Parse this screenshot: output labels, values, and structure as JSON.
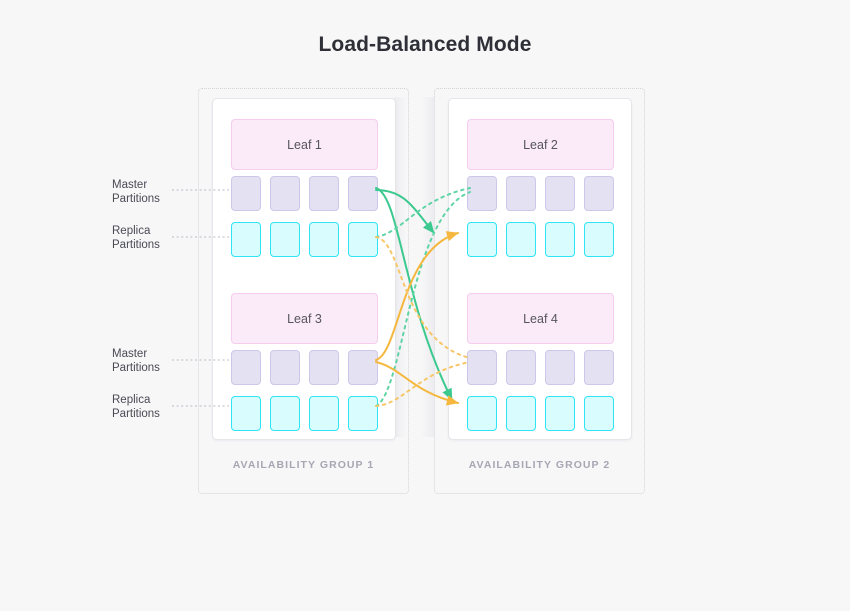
{
  "page": {
    "title": "Load-Balanced Mode"
  },
  "labels": {
    "master": "Master\nPartitions",
    "replica": "Replica\nPartitions"
  },
  "groups": [
    {
      "id": "availability-group-1",
      "label": "AVAILABILITY GROUP 1",
      "leaves": [
        {
          "name": "Leaf 1",
          "master_count": 4,
          "replica_count": 4
        },
        {
          "name": "Leaf 3",
          "master_count": 4,
          "replica_count": 4
        }
      ]
    },
    {
      "id": "availability-group-2",
      "label": "AVAILABILITY GROUP 2",
      "leaves": [
        {
          "name": "Leaf 2",
          "master_count": 4,
          "replica_count": 4
        },
        {
          "name": "Leaf 4",
          "master_count": 4,
          "replica_count": 4
        }
      ]
    }
  ],
  "colors": {
    "background": "#f7f7f8",
    "title": "#2f3037",
    "leaf_fill": "#fbeaf8",
    "leaf_border": "#f6cdee",
    "master_fill": "#e4e1f2",
    "master_border": "#cfc7ea",
    "replica_fill": "#d9fcff",
    "replica_border": "#2ee4f5",
    "link_green": "#3cc98f",
    "link_orange": "#f5b73d",
    "group_border": "#d2d2d8",
    "group_label": "#a7a7b4"
  },
  "links": [
    {
      "from": "leaf1-master",
      "to": "leaf4-replica",
      "color": "#3cc98f",
      "style": "solid"
    },
    {
      "from": "leaf1-master",
      "to": "leaf2-replica",
      "color": "#3cc98f",
      "style": "solid"
    },
    {
      "from": "leaf1-replica",
      "to": "leaf2-master",
      "color": "#3cc98f",
      "style": "dashed"
    },
    {
      "from": "leaf3-replica",
      "to": "leaf2-master",
      "color": "#3cc98f",
      "style": "dashed"
    },
    {
      "from": "leaf3-master",
      "to": "leaf2-replica",
      "color": "#f5b73d",
      "style": "solid"
    },
    {
      "from": "leaf3-master",
      "to": "leaf4-replica",
      "color": "#f5b73d",
      "style": "solid"
    },
    {
      "from": "leaf1-replica",
      "to": "leaf4-master",
      "color": "#f5b73d",
      "style": "dashed"
    },
    {
      "from": "leaf3-replica",
      "to": "leaf4-master",
      "color": "#f5b73d",
      "style": "dashed"
    }
  ]
}
